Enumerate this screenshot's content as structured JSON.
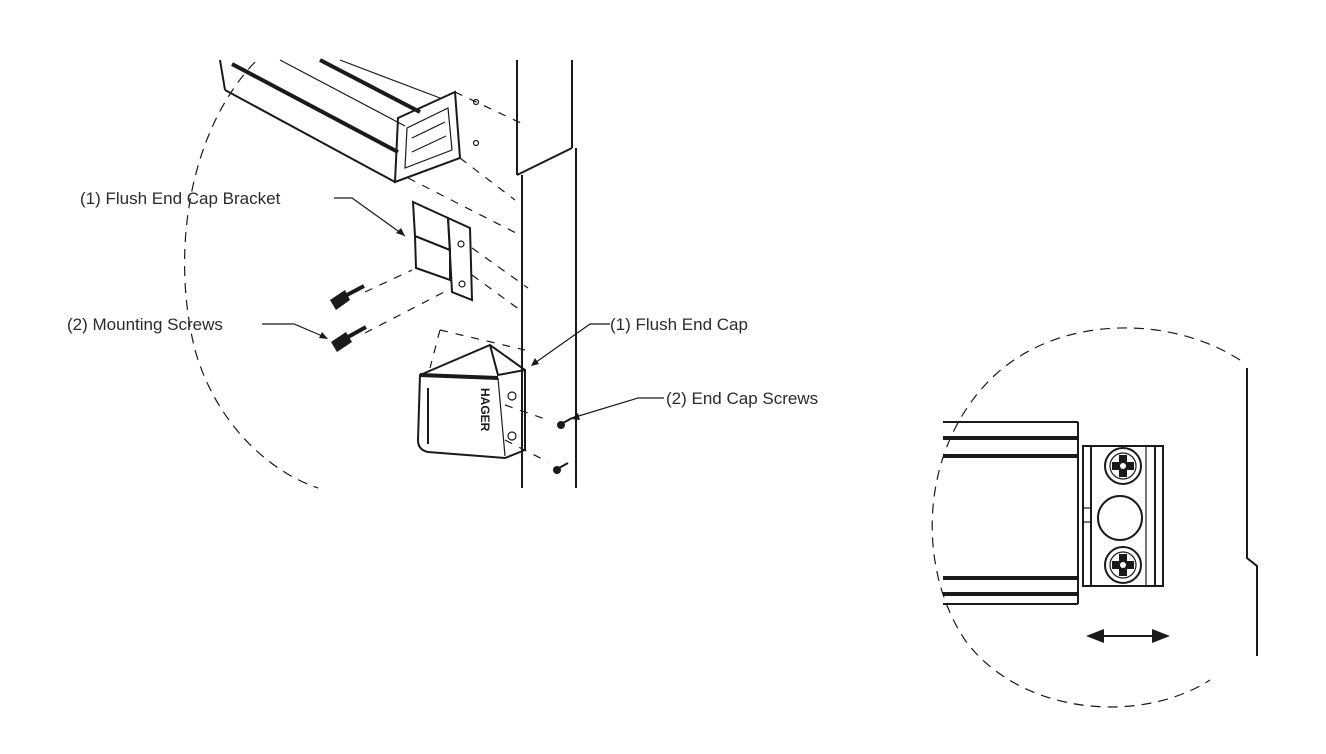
{
  "callouts": {
    "bracket": "(1) Flush End Cap Bracket",
    "mounting_screws": "(2) Mounting Screws",
    "end_cap": "(1) Flush End Cap",
    "end_cap_screws": "(2) End Cap Screws"
  },
  "brand_mark": "HAGER"
}
